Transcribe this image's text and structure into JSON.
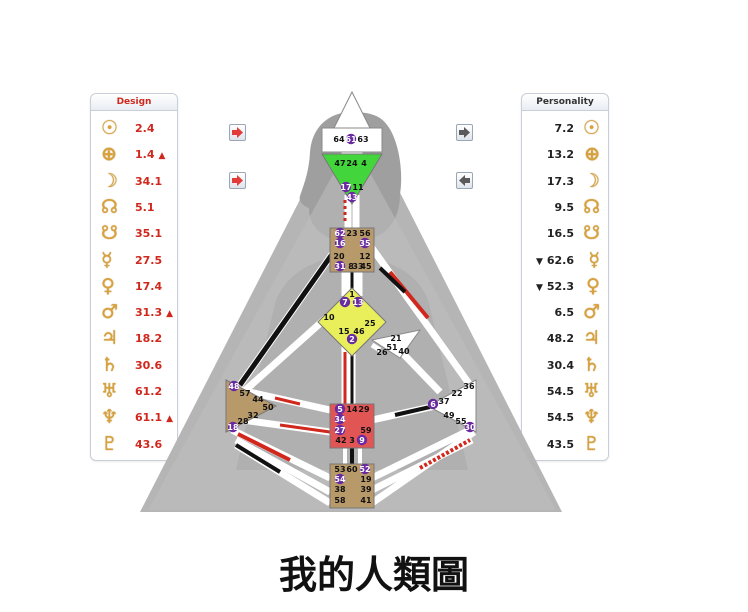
{
  "design": {
    "header": "Design",
    "rows": [
      {
        "glyph": "☉",
        "icon": "sun-icon",
        "value": "2.4",
        "mark": ""
      },
      {
        "glyph": "⊕",
        "icon": "earth-icon",
        "value": "1.4",
        "mark": "▲"
      },
      {
        "glyph": "☽",
        "icon": "moon-icon",
        "value": "34.1",
        "mark": ""
      },
      {
        "glyph": "☊",
        "icon": "north-node-icon",
        "value": "5.1",
        "mark": ""
      },
      {
        "glyph": "☋",
        "icon": "south-node-icon",
        "value": "35.1",
        "mark": ""
      },
      {
        "glyph": "☿",
        "icon": "mercury-icon",
        "value": "27.5",
        "mark": ""
      },
      {
        "glyph": "♀",
        "icon": "venus-icon",
        "value": "17.4",
        "mark": ""
      },
      {
        "glyph": "♂",
        "icon": "mars-icon",
        "value": "31.3",
        "mark": "▲"
      },
      {
        "glyph": "♃",
        "icon": "jupiter-icon",
        "value": "18.2",
        "mark": ""
      },
      {
        "glyph": "♄",
        "icon": "saturn-icon",
        "value": "30.6",
        "mark": ""
      },
      {
        "glyph": "♅",
        "icon": "uranus-icon",
        "value": "61.2",
        "mark": ""
      },
      {
        "glyph": "♆",
        "icon": "neptune-icon",
        "value": "61.1",
        "mark": "▲"
      },
      {
        "glyph": "♇",
        "icon": "pluto-icon",
        "value": "43.6",
        "mark": ""
      }
    ]
  },
  "personality": {
    "header": "Personality",
    "rows": [
      {
        "glyph": "☉",
        "icon": "sun-icon",
        "value": "7.2",
        "mark": ""
      },
      {
        "glyph": "⊕",
        "icon": "earth-icon",
        "value": "13.2",
        "mark": ""
      },
      {
        "glyph": "☽",
        "icon": "moon-icon",
        "value": "17.3",
        "mark": ""
      },
      {
        "glyph": "☊",
        "icon": "north-node-icon",
        "value": "9.5",
        "mark": ""
      },
      {
        "glyph": "☋",
        "icon": "south-node-icon",
        "value": "16.5",
        "mark": ""
      },
      {
        "glyph": "☿",
        "icon": "mercury-icon",
        "value": "62.6",
        "mark": "▼"
      },
      {
        "glyph": "♀",
        "icon": "venus-icon",
        "value": "52.3",
        "mark": "▼"
      },
      {
        "glyph": "♂",
        "icon": "mars-icon",
        "value": "6.5",
        "mark": ""
      },
      {
        "glyph": "♃",
        "icon": "jupiter-icon",
        "value": "48.2",
        "mark": ""
      },
      {
        "glyph": "♄",
        "icon": "saturn-icon",
        "value": "30.4",
        "mark": ""
      },
      {
        "glyph": "♅",
        "icon": "uranus-icon",
        "value": "54.5",
        "mark": ""
      },
      {
        "glyph": "♆",
        "icon": "neptune-icon",
        "value": "54.5",
        "mark": ""
      },
      {
        "glyph": "♇",
        "icon": "pluto-icon",
        "value": "43.5",
        "mark": ""
      }
    ]
  },
  "colors": {
    "design_red": "#d0281d",
    "glyph_gold": "#d9a13a",
    "center_brown": "#b89a6a",
    "head_white": "#ffffff",
    "ajna_green": "#3fd43a",
    "g_yellow": "#e8ef5a",
    "sacral_red": "#e25555",
    "gate_purple": "#6a2aa0",
    "silhouette_gray": "#b9b9b9"
  },
  "gates": {
    "head": [
      "64",
      "61",
      "63"
    ],
    "ajna": [
      "47",
      "24",
      "4",
      "17",
      "11",
      "43"
    ],
    "throat": [
      "62",
      "23",
      "56",
      "16",
      "35",
      "20",
      "12",
      "31",
      "8",
      "33",
      "45"
    ],
    "g": [
      "1",
      "7",
      "13",
      "10",
      "15",
      "46",
      "2",
      "25"
    ],
    "ego": [
      "21",
      "51",
      "26",
      "40"
    ],
    "spleen": [
      "48",
      "57",
      "44",
      "50",
      "32",
      "28",
      "18"
    ],
    "sacral": [
      "5",
      "14",
      "29",
      "34",
      "27",
      "59",
      "42",
      "3",
      "9"
    ],
    "solar_plexus": [
      "36",
      "22",
      "6",
      "37",
      "49",
      "55",
      "30"
    ],
    "root": [
      "53",
      "60",
      "52",
      "54",
      "19",
      "38",
      "39",
      "58",
      "41"
    ]
  },
  "caption": "我的人類圖"
}
